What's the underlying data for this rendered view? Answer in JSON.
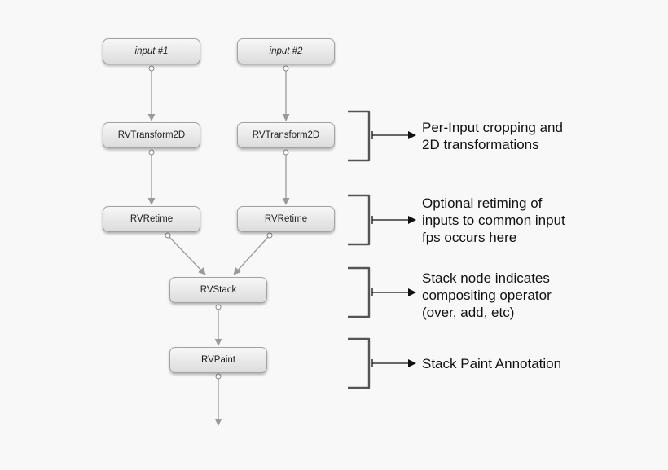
{
  "nodes": {
    "input1": "input #1",
    "input2": "input #2",
    "transform1": "RVTransform2D",
    "transform2": "RVTransform2D",
    "retime1": "RVRetime",
    "retime2": "RVRetime",
    "stack": "RVStack",
    "paint": "RVPaint"
  },
  "annotations": {
    "crop": "Per-Input cropping and\n2D transformations",
    "retime": "Optional retiming of\ninputs to common input\nfps occurs here",
    "stack": "Stack node indicates\ncompositing operator\n(over, add, etc)",
    "paint": "Stack Paint Annotation"
  },
  "colors": {
    "edge": "#9a9a9a",
    "bracket": "#555555",
    "arrow": "#111111"
  }
}
